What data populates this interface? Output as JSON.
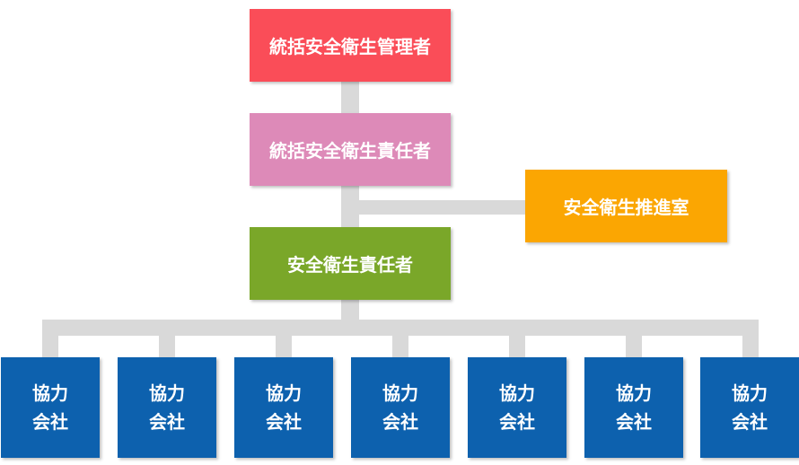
{
  "org_chart": {
    "top": {
      "label": "統括安全衛生管理者",
      "color": "#fa4d58"
    },
    "supervisor": {
      "label": "統括安全衛生責任者",
      "color": "#dd8ab8"
    },
    "promotion_office": {
      "label": "安全衛生推進室",
      "color": "#fba602"
    },
    "responsible": {
      "label": "安全衛生責任者",
      "color": "#7aa729"
    },
    "partners": [
      {
        "label": "協力\n会社"
      },
      {
        "label": "協力\n会社"
      },
      {
        "label": "協力\n会社"
      },
      {
        "label": "協力\n会社"
      },
      {
        "label": "協力\n会社"
      },
      {
        "label": "協力\n会社"
      },
      {
        "label": "協力\n会社"
      }
    ],
    "partner_color": "#0d61ae",
    "connector_color": "#d9d9d9"
  }
}
